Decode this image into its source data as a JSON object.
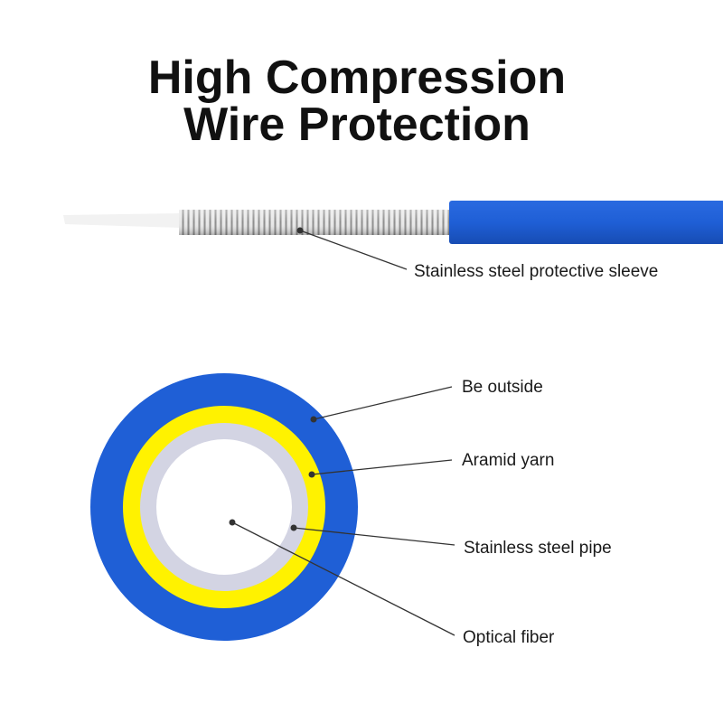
{
  "title": {
    "line1": "High Compression",
    "line2": "Wire Protection"
  },
  "cable_label": "Stainless steel protective sleeve",
  "cross_section_labels": {
    "outer": "Be outside",
    "yarn": "Aramid yarn",
    "pipe": "Stainless steel pipe",
    "fiber": "Optical fiber"
  },
  "colors": {
    "outer_jacket": "#1f5fd6",
    "aramid_yarn": "#fff200",
    "steel_pipe": "#d3d4e3",
    "fiber_core": "#ffffff",
    "steel_sleeve": "#b8b8b8"
  }
}
